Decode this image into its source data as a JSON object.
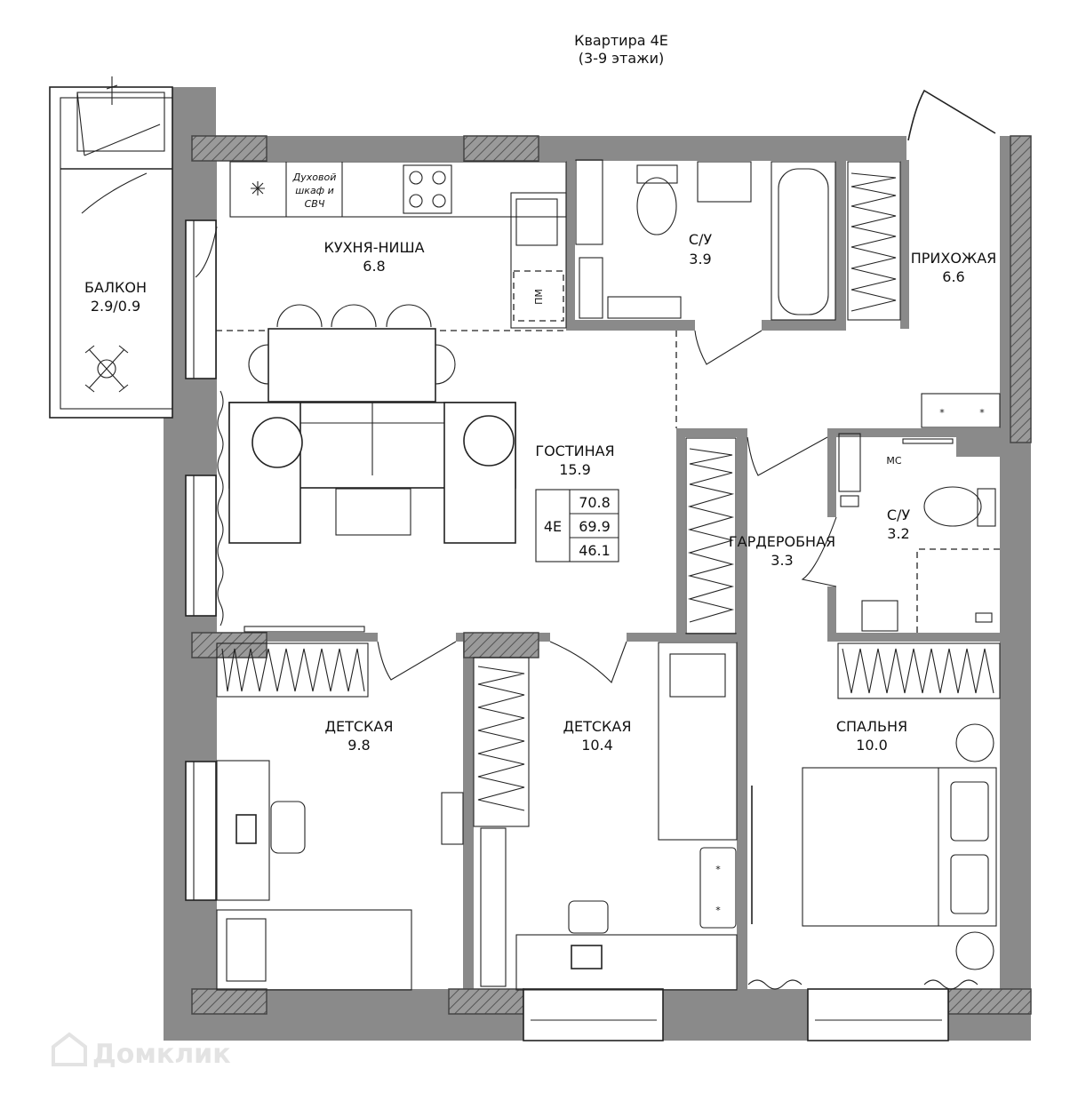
{
  "title": {
    "line1": "Квартира 4Е",
    "line2": "(3-9 этажи)"
  },
  "rooms": [
    {
      "id": "balcony",
      "name": "БАЛКОН",
      "area": "2.9/0.9"
    },
    {
      "id": "kitchen",
      "name": "КУХНЯ-НИША",
      "area": "6.8"
    },
    {
      "id": "bath1",
      "name": "С/У",
      "area": "3.9"
    },
    {
      "id": "hall",
      "name": "ПРИХОЖАЯ",
      "area": "6.6"
    },
    {
      "id": "living",
      "name": "ГОСТИНАЯ",
      "area": "15.9"
    },
    {
      "id": "wardrobe",
      "name": "ГАРДЕРОБНАЯ",
      "area": "3.3"
    },
    {
      "id": "bath2",
      "name": "С/У",
      "area": "3.2"
    },
    {
      "id": "kids1",
      "name": "ДЕТСКАЯ",
      "area": "9.8"
    },
    {
      "id": "kids2",
      "name": "ДЕТСКАЯ",
      "area": "10.4"
    },
    {
      "id": "bedroom",
      "name": "СПАЛЬНЯ",
      "area": "10.0"
    }
  ],
  "summary": {
    "code": "4E",
    "total": "70.8",
    "area2": "69.9",
    "living": "46.1"
  },
  "appliance": {
    "oven_line1": "Духовой",
    "oven_line2": "шкаф и",
    "oven_line3": "СВЧ",
    "dishwasher": "ПМ",
    "washer": "МС"
  },
  "watermark": "Домклик",
  "colors": {
    "wall": "#8a8a8a",
    "line": "#222222"
  }
}
